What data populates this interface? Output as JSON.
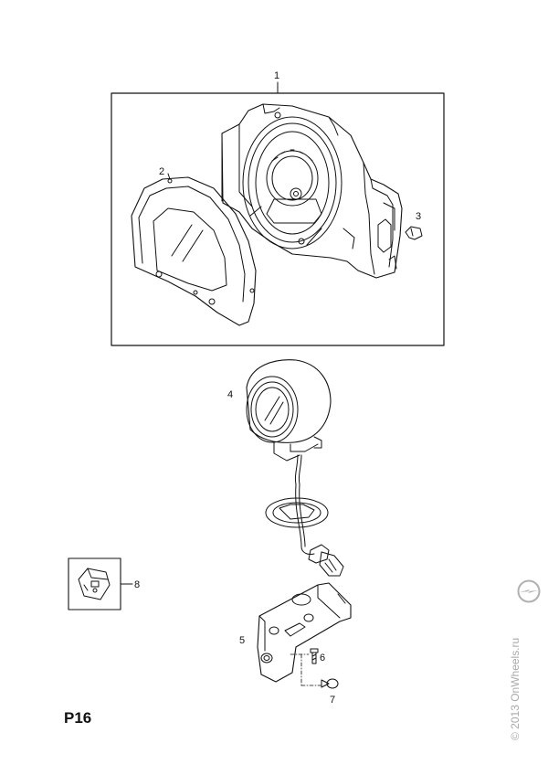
{
  "diagram": {
    "page_code": "P16",
    "callouts": {
      "c1": "1",
      "c2": "2",
      "c3": "3",
      "c4": "4",
      "c5": "5",
      "c6": "6",
      "c7": "7",
      "c8": "8"
    },
    "watermark": "© 2013 OnWheels.ru",
    "logo": "opel-logo"
  }
}
